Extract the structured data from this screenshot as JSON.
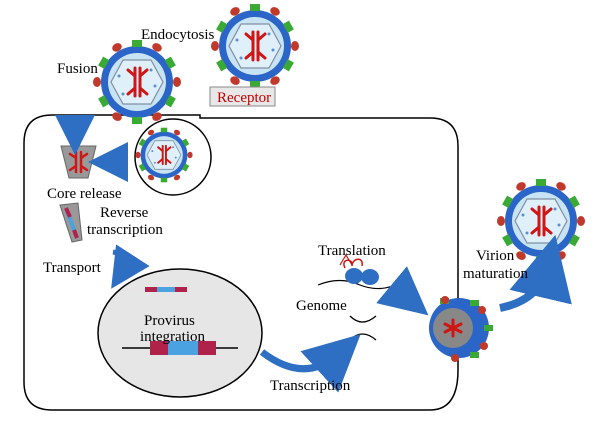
{
  "labels": {
    "endocytosis": "Endocytosis",
    "fusion": "Fusion",
    "receptor": "Receptor",
    "core_release": "Core release",
    "reverse": "Reverse",
    "transcription_rt": "transcription",
    "transport": "Transport",
    "translation": "Translation",
    "genome": "Genome",
    "provirus": "Provirus",
    "integration": "integration",
    "transcription": "Transcription",
    "virion": "Virion",
    "maturation": "maturation"
  },
  "colors": {
    "envelope": "#2b65c8",
    "core_fill": "#c8e4f4",
    "capsid_fill": "#dff0fa",
    "spike_green": "#3aaa35",
    "spike_red": "#c0392b",
    "rna": "#d01515",
    "arrow_blue": "#2e6fc4",
    "nucleus": "#e6e6e6",
    "dna_blue": "#4aa3e0",
    "dna_red": "#b0224a",
    "receptor_box": "#e8e8e8"
  }
}
